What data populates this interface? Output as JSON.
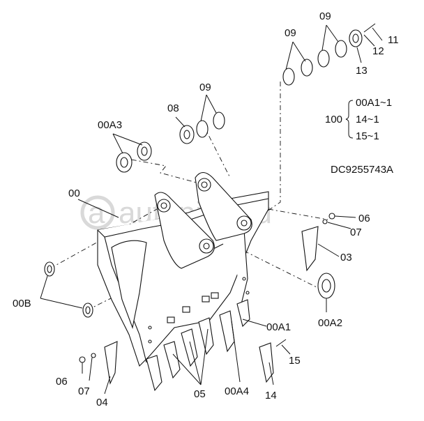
{
  "drawing_id": "DC9255743A",
  "watermark": "autopiter.ru",
  "labels": {
    "l_09_a": "09",
    "l_09_b": "09",
    "l_09_c": "09",
    "l_11": "11",
    "l_12": "12",
    "l_13": "13",
    "l_08": "08",
    "l_00a3": "00A3",
    "l_00": "00",
    "l_06_r": "06",
    "l_07_r": "07",
    "l_03": "03",
    "l_00b": "00B",
    "l_00a2": "00A2",
    "l_00a1": "00A1",
    "l_15": "15",
    "l_06_l": "06",
    "l_07_l": "07",
    "l_04": "04",
    "l_05": "05",
    "l_00a4": "00A4",
    "l_14": "14"
  },
  "assembly": {
    "number": "100",
    "items": [
      "00A1~1",
      "14~1",
      "15~1"
    ]
  }
}
